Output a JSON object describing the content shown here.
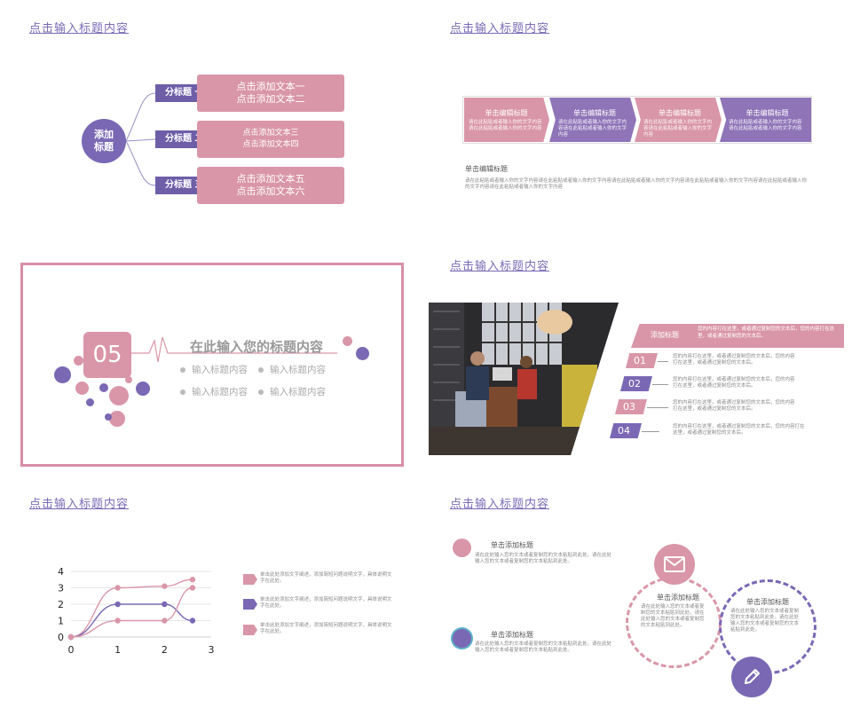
{
  "slide1": {
    "title": "点击输入标题内容",
    "hub": "添加\n标题",
    "branches": [
      {
        "tag": "分标题 一",
        "lines": [
          "点击添加文本一",
          "点击添加文本二"
        ]
      },
      {
        "tag": "分标题 二",
        "lines": [
          "点击添加文本三",
          "点击添加文本四"
        ]
      },
      {
        "tag": "分标题 三",
        "lines": [
          "点击添加文本五",
          "点击添加文本六"
        ]
      }
    ],
    "colors": {
      "purple": "#6e5ea8",
      "pink": "#d996a8"
    }
  },
  "slide2": {
    "title": "点击输入标题内容",
    "steps": [
      {
        "heading": "单击编辑标题",
        "desc": "请在此粘贴或者输入你的文字内容请在此粘贴或者输入你的文字内容",
        "color": "#d996a8"
      },
      {
        "heading": "单击编辑标题",
        "desc": "请在此粘贴或者输入你的文字内容请在此粘贴或者输入你的文字内容",
        "color": "#8f74b8"
      },
      {
        "heading": "单击编辑标题",
        "desc": "请在此粘贴或者输入你的文字内容请在此粘贴或者输入你的文字内容",
        "color": "#d996a8"
      },
      {
        "heading": "单击编辑标题",
        "desc": "请在此粘贴或者输入你的文字内容请在此粘贴或者输入你的文字内容",
        "color": "#8f74b8"
      }
    ],
    "body_heading": "单击编辑标题",
    "body_text": "请在此粘贴或者输入你的文字内容请在此粘贴或者输入你的文字内容请在此粘贴或者输入你的文字内容请在此粘贴或者输入你的文字内容请在此粘贴或者输入你的文字内容请在此粘贴或者输入你的文字内容"
  },
  "slide3": {
    "number": "05",
    "heading": "在此输入您的标题内容",
    "bullets": [
      "输入标题内容",
      "输入标题内容",
      "输入标题内容",
      "输入标题内容"
    ]
  },
  "slide4": {
    "title": "点击输入标题内容",
    "header_label": "添加标题",
    "header_text": "您的内容打在这里，或者通过复制您的文本后，您的内容打在这里，或者通过复制您的文本后。",
    "items": [
      {
        "num": "01",
        "text": "您的内容打在这里，或者通过复制您的文本后，您的内容打在这里，或者通过复制您的文本后。",
        "color": "#d996a8"
      },
      {
        "num": "02",
        "text": "您的内容打在这里，或者通过复制您的文本后，您的内容打在这里，或者通过复制您的文本后。",
        "color": "#7a68b4"
      },
      {
        "num": "03",
        "text": "您的内容打在这里，或者通过复制您的文本后，您的内容打在这里，或者通过复制您的文本后。",
        "color": "#d996a8"
      },
      {
        "num": "04",
        "text": "您的内容打在这里，或者通过复制您的文本后，您的内容打在这里，或者通过复制您的文本后。",
        "color": "#7a68b4"
      }
    ]
  },
  "slide5": {
    "title": "点击输入标题内容",
    "legend": [
      {
        "text": "单击此处添加文字阐述，添加简短问题说明文字，具体说明文字在此处。",
        "color": "#d996a8"
      },
      {
        "text": "单击此处添加文字阐述，添加简短问题说明文字，具体说明文字在此处。",
        "color": "#7a68b4"
      },
      {
        "text": "单击此处添加文字阐述，添加简短问题说明文字，具体说明文字在此处。",
        "color": "#d996a8"
      }
    ]
  },
  "chart_data": {
    "type": "line",
    "title": "",
    "xlabel": "",
    "ylabel": "",
    "x_ticks": [
      0,
      1,
      2,
      3
    ],
    "y_ticks": [
      0,
      1,
      2,
      3,
      4
    ],
    "xlim": [
      0,
      3
    ],
    "ylim": [
      0,
      4
    ],
    "grid": true,
    "series": [
      {
        "x": [
          0,
          1,
          2,
          2.6
        ],
        "values": [
          0,
          3,
          3.1,
          3.5
        ],
        "color": "#d996a8"
      },
      {
        "x": [
          0,
          1,
          2,
          2.6
        ],
        "values": [
          0,
          2,
          2,
          1
        ],
        "color": "#7a68b4"
      },
      {
        "x": [
          0,
          1,
          2,
          2.6
        ],
        "values": [
          0,
          1,
          1,
          3
        ],
        "color": "#d996a8"
      }
    ]
  },
  "slide6": {
    "title": "点击输入标题内容",
    "left_items": [
      {
        "heading": "单击添加标题",
        "text": "请在此处输入您的文本或者复制您的文本粘贴到此处。请在此处输入您的文本或者复制您的文本粘贴到此处。",
        "color": "#d996a8"
      },
      {
        "heading": "单击添加标题",
        "text": "请在此处输入您的文本或者复制您的文本粘贴到此处。请在此处输入您的文本或者复制您的文本粘贴到此处。",
        "color": "#7a68b4"
      }
    ],
    "circle_left": {
      "heading": "单击添加标题",
      "text": "请在此处输入您的文本或者复制您的文本粘贴到此处。请在此处输入您的文本或者复制您的文本粘贴到此处。"
    },
    "circle_right": {
      "heading": "单击添加标题",
      "text": "请在此处输入您的文本或者复制您的文本粘贴到此处。请在此处输入您的文本或者复制您的文本粘贴到此处。"
    }
  }
}
